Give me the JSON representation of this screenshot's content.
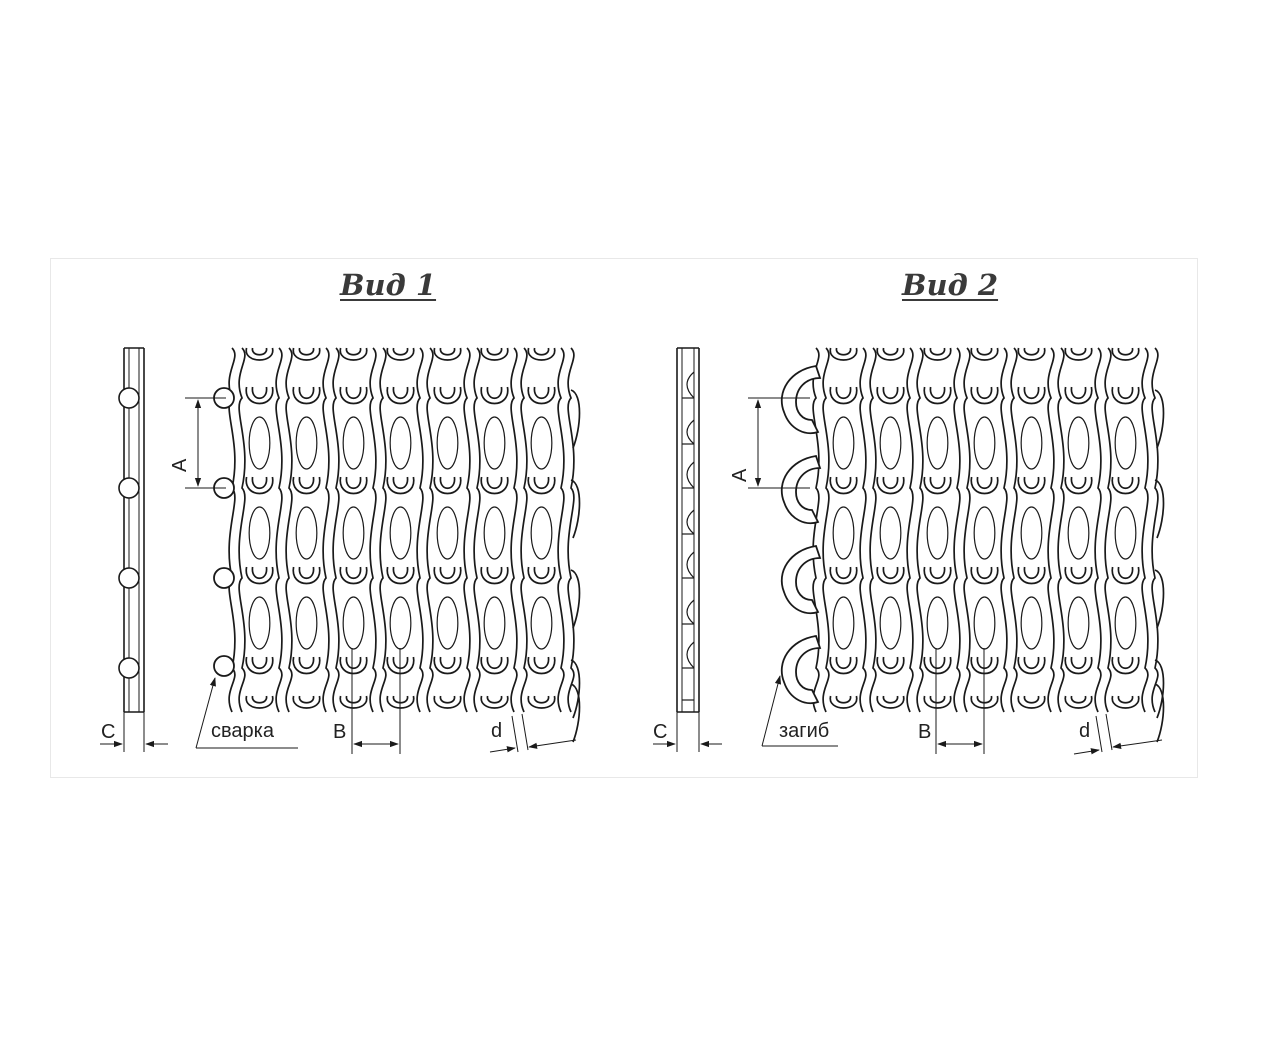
{
  "views": [
    {
      "title": "Вид 1",
      "edge_label": "сварка",
      "dims": {
        "a": "A",
        "b": "B",
        "c": "C",
        "d": "d"
      }
    },
    {
      "title": "Вид 2",
      "edge_label": "загиб",
      "dims": {
        "a": "A",
        "b": "B",
        "c": "C",
        "d": "d"
      }
    }
  ],
  "colors": {
    "line": "#1a1a1a",
    "background": "#ffffff",
    "frame": "#e8e8e8"
  }
}
